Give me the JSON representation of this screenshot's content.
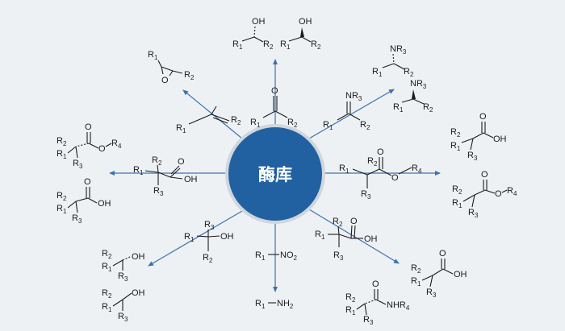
{
  "center": {
    "label": "酶库",
    "color": "#2161a1",
    "ring": "#cfd6de"
  },
  "colors": {
    "arrow": "#3b73b0",
    "bond": "#1c1c1c",
    "background": "#eef1f4"
  },
  "labels": {
    "OH": "OH",
    "O": "O",
    "N": "N",
    "NH": "NH",
    "NR3": "NR",
    "NO2": "NO",
    "NH2": "NH",
    "R": "R",
    "s1": "1",
    "s2": "2",
    "s3": "3",
    "s4": "4",
    "s2b": "2"
  }
}
